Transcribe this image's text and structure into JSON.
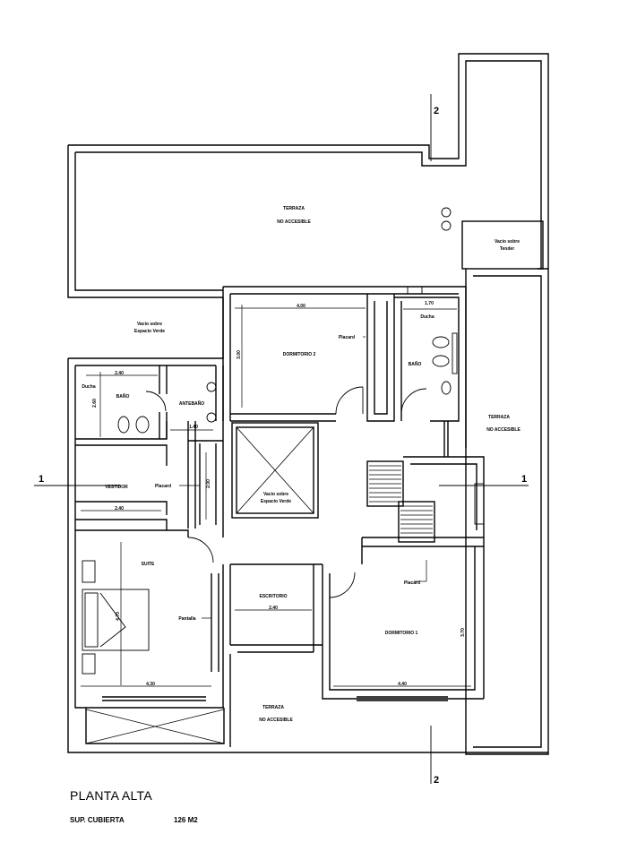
{
  "plan": {
    "title": "PLANTA ALTA",
    "surface_label": "SUP. CUBIERTA",
    "surface_value": "126 M2"
  },
  "axes": {
    "a2_top": "2",
    "a2_bottom": "2",
    "a1_left": "1",
    "a1_right": "1"
  },
  "rooms": {
    "terraza_top_1": "TERRAZA",
    "terraza_top_2": "NO ACCESIBLE",
    "vacio_tender_1": "Vacio sobre",
    "vacio_tender_2": "Tender",
    "vacio_espacio_1": "Vacio sobre",
    "vacio_espacio_2": "Espacio Verde",
    "dormitorio2": "DORMITORIO 2",
    "placard_d2": "Placard",
    "ducha_right": "Ducha",
    "bano_right": "BAÑO",
    "terraza_right_1": "TERRAZA",
    "terraza_right_2": "NO ACCESIBLE",
    "bano_left": "BAÑO",
    "ducha_left": "Ducha",
    "antebano": "ANTEBAÑO",
    "vestidor": "VESTIDOR",
    "placard_v": "Placard",
    "vacio_center_1": "Vacio sobre",
    "vacio_center_2": "Espacio Verde",
    "suite": "SUITE",
    "pantalla": "Pantalla",
    "escritorio": "ESCRITORIO",
    "placard_d1": "Placard",
    "dormitorio1": "DORMITORIO 1",
    "terraza_bottom_1": "TERRAZA",
    "terraza_bottom_2": "NO ACCESIBLE"
  },
  "dims": {
    "d2_width": "4.00",
    "d2_height": "3.00",
    "bano_r_width": "1.70",
    "bano_l_width": "2.40",
    "bano_l_height": "2.60",
    "antebano_w": "1.40",
    "vestidor_w": "2.40",
    "placard_h": "2.00",
    "suite_h": "4.70",
    "suite_w": "4.30",
    "escritorio_w": "2.40",
    "d1_h": "3.70",
    "d1_w": "4.40"
  }
}
